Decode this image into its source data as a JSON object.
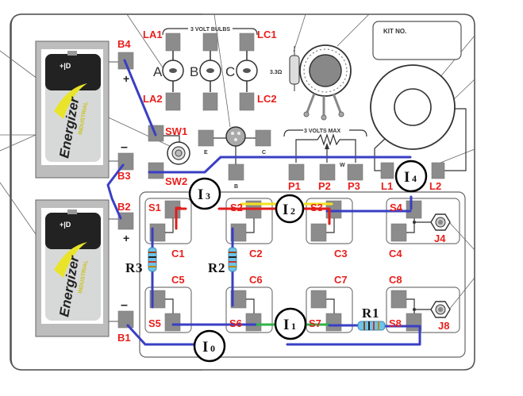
{
  "diagram": {
    "title": "Circuit board kit with wired connections",
    "kit_label": "KIT NO.",
    "bulbs_label": "3 VOLT BULBS",
    "pot_label": "3 VOLTS MAX",
    "resistor_value_label": "3.3Ω",
    "pot_wiper_label": "W",
    "bulb_letters": [
      "A",
      "B",
      "C"
    ],
    "battery_brand": "Energizer",
    "battery_sub": "INDUSTRIAL",
    "battery_type": "+|D",
    "battery_polarity": {
      "plus": "+",
      "minus": "–"
    },
    "terminals": {
      "B4": "B4",
      "B3": "B3",
      "B2": "B2",
      "B1": "B1",
      "LA1": "LA1",
      "LA2": "LA2",
      "LC1": "LC1",
      "LC2": "LC2",
      "SW1": "SW1",
      "SW2": "SW2",
      "P1": "P1",
      "P2": "P2",
      "P3": "P3",
      "L1": "L1",
      "L2": "L2",
      "S1": "S1",
      "S2": "S2",
      "S3": "S3",
      "S4": "S4",
      "S5": "S5",
      "S6": "S6",
      "S7": "S7",
      "S8": "S8",
      "C1": "C1",
      "C2": "C2",
      "C3": "C3",
      "C4": "C4",
      "C5": "C5",
      "C6": "C6",
      "C7": "C7",
      "C8": "C8",
      "J4": "J4",
      "J8": "J8",
      "E": "E",
      "B": "B",
      "C": "C"
    },
    "currents": [
      {
        "id": "I0",
        "main": "I",
        "sub": "0"
      },
      {
        "id": "I1",
        "main": "I",
        "sub": "1"
      },
      {
        "id": "I2",
        "main": "I",
        "sub": "2"
      },
      {
        "id": "I3",
        "main": "I",
        "sub": "3"
      },
      {
        "id": "I4",
        "main": "I",
        "sub": "4"
      }
    ],
    "resistors": [
      {
        "id": "R1",
        "main": "R",
        "sub": "1"
      },
      {
        "id": "R2",
        "main": "R",
        "sub": "2"
      },
      {
        "id": "R3",
        "main": "R",
        "sub": "3"
      }
    ],
    "colors": {
      "wire_blue": "#3a3fc4",
      "wire_red": "#e01e1e",
      "wire_yellow": "#f5e11a",
      "wire_green": "#2fb34a",
      "label_red": "#e8201c",
      "outline": "#555555"
    }
  }
}
